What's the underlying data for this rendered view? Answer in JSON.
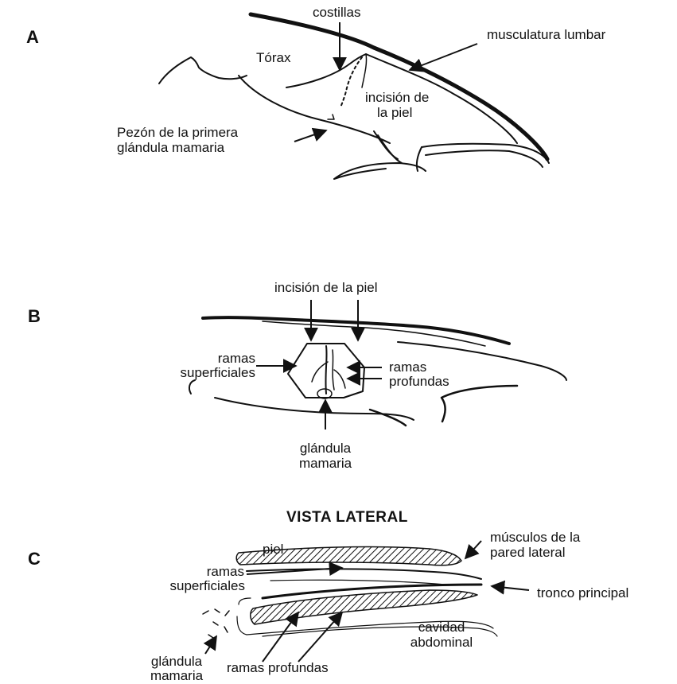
{
  "panels": {
    "a": {
      "letter": "A",
      "labels": {
        "costillas": "costillas",
        "musculatura": "musculatura lumbar",
        "torax": "Tórax",
        "incision_l1": "incisión de",
        "incision_l2": "la piel",
        "pezon_l1": "Pezón de la primera",
        "pezon_l2": "glándula mamaria"
      }
    },
    "b": {
      "letter": "B",
      "labels": {
        "incision": "incisión de la piel",
        "sup_l1": "ramas",
        "sup_l2": "superficiales",
        "prof_l1": "ramas",
        "prof_l2": "profundas",
        "gland_l1": "glándula",
        "gland_l2": "mamaria"
      }
    },
    "c": {
      "letter": "C",
      "heading": "VISTA LATERAL",
      "labels": {
        "musculos_l1": "músculos de la",
        "musculos_l2": "pared lateral",
        "piel": "piel",
        "sup_l1": "ramas",
        "sup_l2": "superficiales",
        "tronco": "tronco principal",
        "cavidad_l1": "cavidad",
        "cavidad_l2": "abdominal",
        "gland_l1": "glándula",
        "gland_l2": "mamaria",
        "profundas": "ramas profundas"
      }
    }
  }
}
